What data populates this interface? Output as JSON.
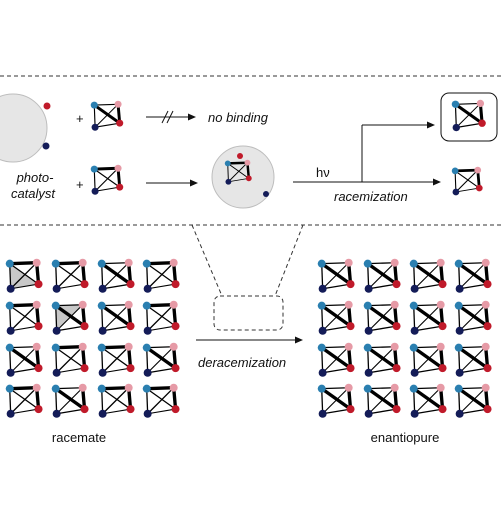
{
  "labels": {
    "no_binding": "no binding",
    "photo": "photo-",
    "catalyst": "catalyst",
    "hv": "hν",
    "racemization": "racemization",
    "deracemization": "deracemization",
    "racemate": "racemate",
    "enantiopure": "enantiopure"
  },
  "colors": {
    "teal": "#2a7fb0",
    "pink": "#e69aa6",
    "red": "#c01a2a",
    "navy": "#141c58",
    "bond": "#000000",
    "sphere": "#e4e4e4",
    "highlight": "#c8c8c8"
  }
}
